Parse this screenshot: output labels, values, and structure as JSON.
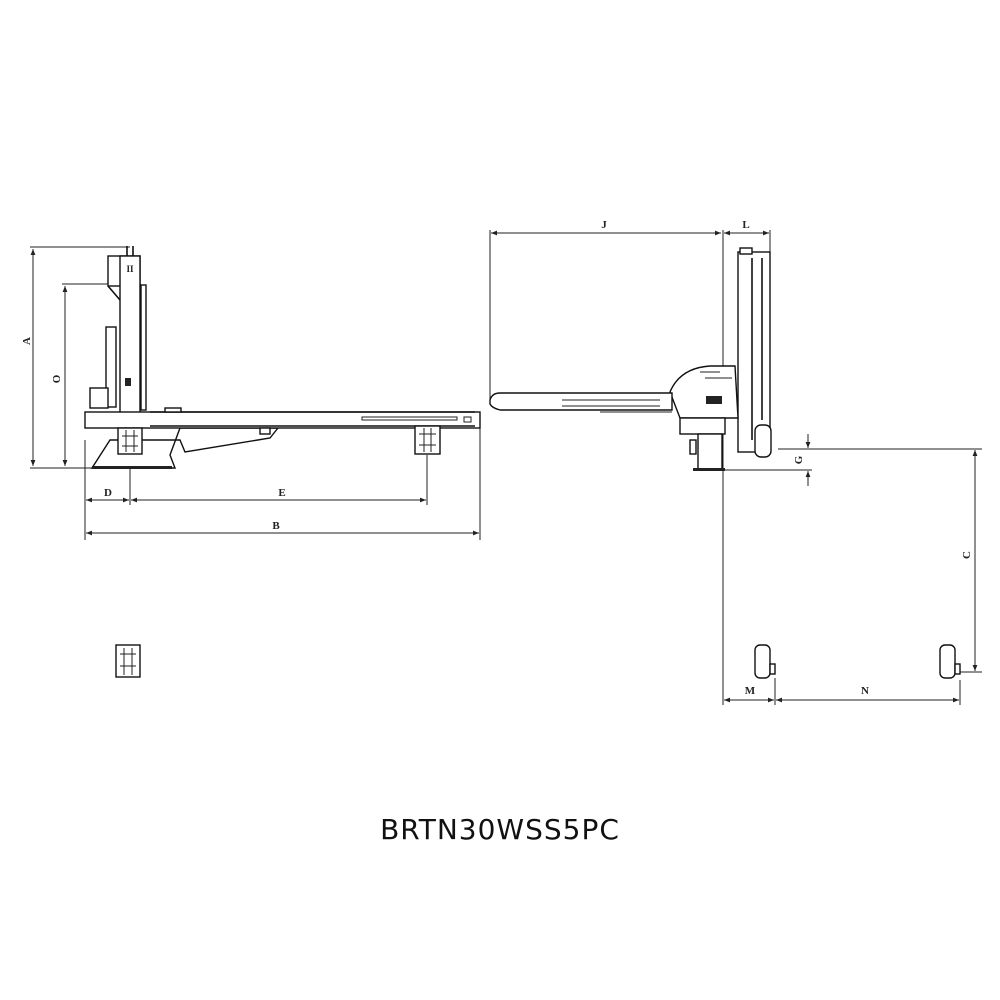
{
  "title": "BRTN30WSS5PC",
  "side_view": {
    "dimensions": {
      "A": "A",
      "O": "O",
      "D": "D",
      "E": "E",
      "B": "B"
    },
    "column_marking": "II"
  },
  "front_view": {
    "dimensions": {
      "J": "J",
      "L": "L",
      "G": "G",
      "C": "C",
      "M": "M",
      "N": "N"
    }
  }
}
